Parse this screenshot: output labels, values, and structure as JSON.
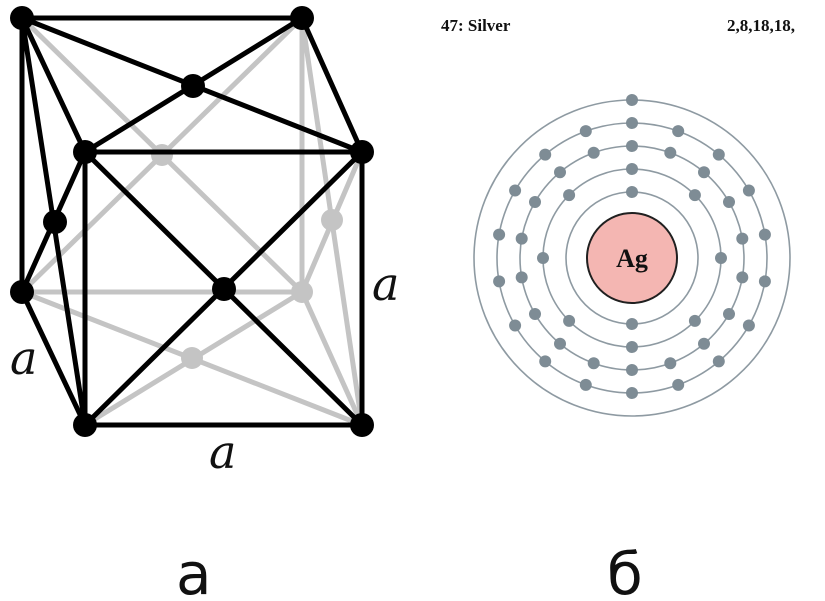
{
  "lattice": {
    "edge_labels": [
      "a",
      "a",
      "a"
    ],
    "panel_label": "а"
  },
  "bohr_model": {
    "element_title": "47: Silver",
    "configuration": "2,8,18,18,",
    "symbol": "Ag",
    "shell_electrons": [
      2,
      8,
      18,
      18,
      1
    ],
    "panel_label": "б",
    "colors": {
      "nucleus_fill": "#f4b6b2",
      "electron": "#7e8c95",
      "shell": "#8e9aa2"
    }
  }
}
